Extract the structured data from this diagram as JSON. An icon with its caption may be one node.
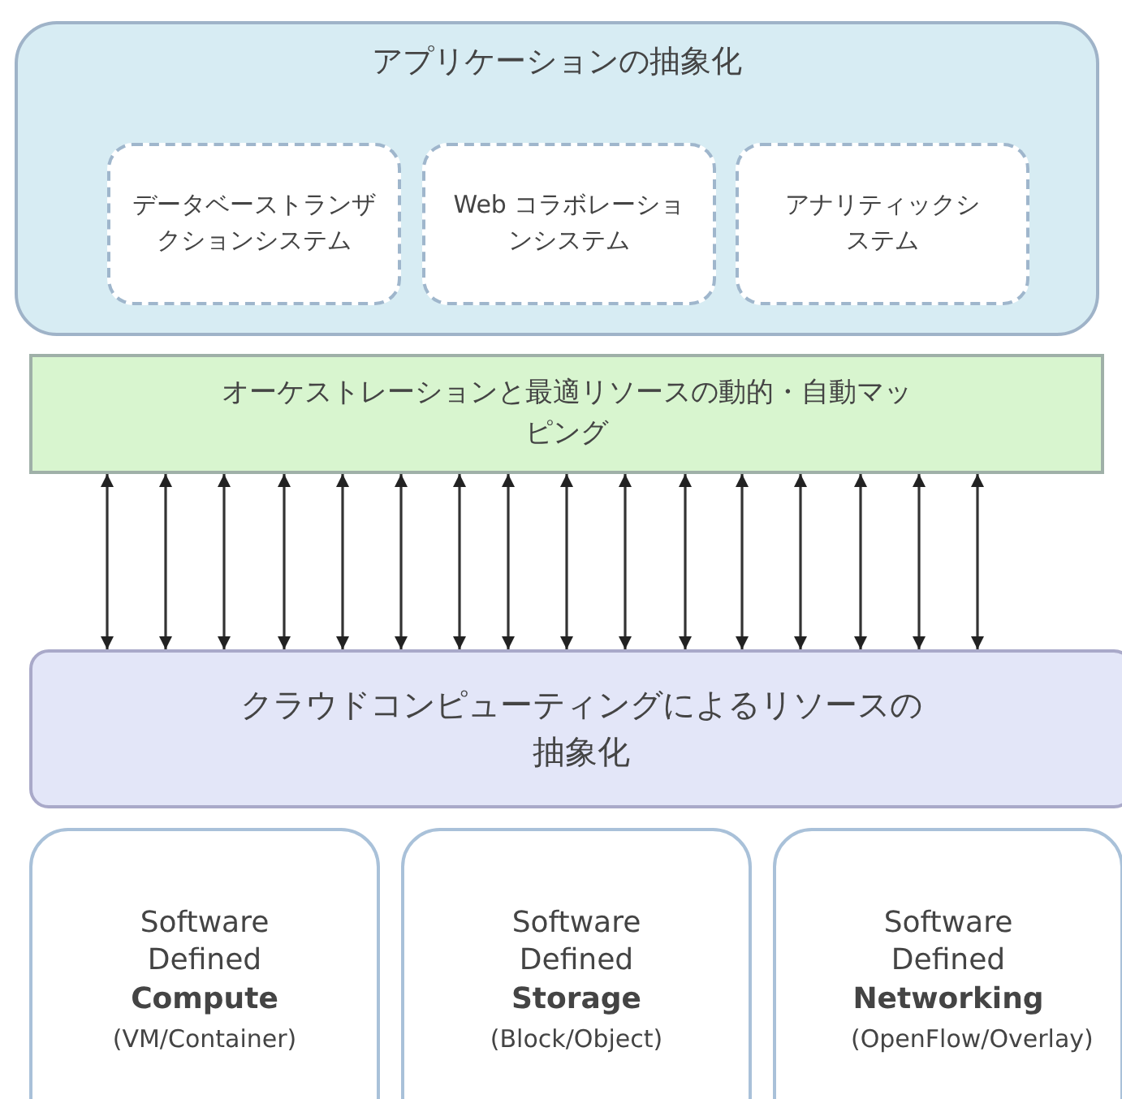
{
  "diagram": {
    "nodes": [
      {
        "text": [
          "アプリケーションの抽象化"
        ]
      },
      {
        "text": [
          "データベーストランザクションシステム"
        ],
        "in": 0
      },
      {
        "text": [
          "Web コラボレーションシステム"
        ],
        "in": 0
      },
      {
        "text": [
          "アナリティックシステム"
        ],
        "in": 0
      },
      {
        "text": [
          "オーケストレーションと最適リソースの動的・自動マッピング"
        ]
      },
      {
        "text": [
          "クラウドコンピューティングによるリソースの抽象化"
        ]
      },
      {
        "text": [
          "Software Defined **Compute**",
          "(VM/Container)"
        ]
      },
      {
        "text": [
          "Software Defined **Storage**",
          "(Block/Object)"
        ]
      },
      {
        "text": [
          "Software Defined **Networking**",
          "(OpenFlow/Overlay)"
        ]
      }
    ],
    "edges": [
      {
        "from": 4,
        "to": 5,
        "arrow": "both"
      },
      {
        "from": 4,
        "to": 5,
        "arrow": "both"
      },
      {
        "from": 4,
        "to": 5,
        "arrow": "both"
      },
      {
        "from": 4,
        "to": 5,
        "arrow": "both"
      },
      {
        "from": 4,
        "to": 5,
        "arrow": "both"
      },
      {
        "from": 4,
        "to": 5,
        "arrow": "both"
      },
      {
        "from": 4,
        "to": 5,
        "arrow": "both"
      },
      {
        "from": 4,
        "to": 5,
        "arrow": "both"
      },
      {
        "from": 4,
        "to": 5,
        "arrow": "both"
      },
      {
        "from": 4,
        "to": 5,
        "arrow": "both"
      },
      {
        "from": 4,
        "to": 5,
        "arrow": "both"
      },
      {
        "from": 4,
        "to": 5,
        "arrow": "both"
      },
      {
        "from": 4,
        "to": 5,
        "arrow": "both"
      },
      {
        "from": 4,
        "to": 5,
        "arrow": "both"
      },
      {
        "from": 4,
        "to": 5,
        "arrow": "both"
      },
      {
        "from": 4,
        "to": 5,
        "arrow": "both"
      }
    ]
  }
}
